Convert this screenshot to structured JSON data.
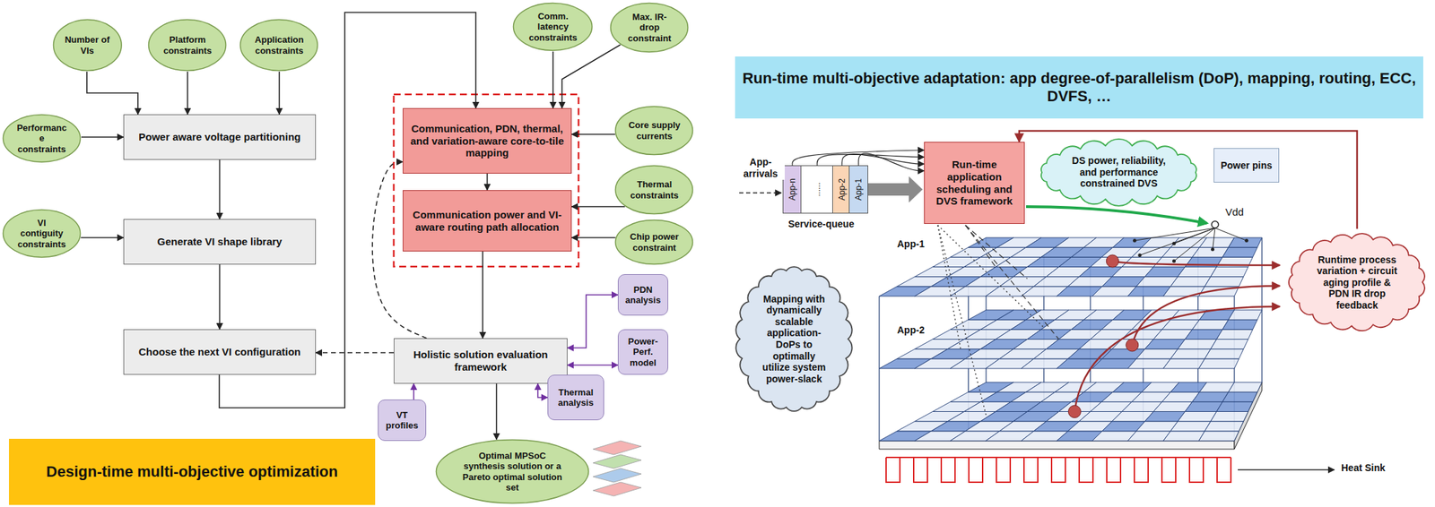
{
  "diagram": {
    "nodes": [
      {
        "text": [
          "Number of VIs"
        ]
      },
      {
        "text": [
          "Platform constraints"
        ]
      },
      {
        "text": [
          "Application constraints"
        ]
      },
      {
        "text": [
          "Performance constraints"
        ]
      },
      {
        "text": [
          "Power aware voltage partitioning"
        ]
      },
      {
        "text": [
          "VI contiguity constraints"
        ]
      },
      {
        "text": [
          "Generate VI shape library"
        ]
      },
      {
        "text": [
          "Choose the next VI configuration"
        ]
      },
      {
        "text": [
          "Communication, PDN, thermal, and variation-aware core-to-tile mapping"
        ]
      },
      {
        "text": [
          "Communication power and VI-aware routing path allocation"
        ]
      },
      {
        "text": [
          "Comm. latency constraints"
        ]
      },
      {
        "text": [
          "Max. IR-drop constraint"
        ]
      },
      {
        "text": [
          "Core supply currents"
        ]
      },
      {
        "text": [
          "Thermal constraints"
        ]
      },
      {
        "text": [
          "Chip power constraint"
        ]
      },
      {
        "text": [
          "Holistic solution evaluation framework"
        ]
      },
      {
        "text": [
          "PDN analysis"
        ]
      },
      {
        "text": [
          "Power-Perf. model"
        ]
      },
      {
        "text": [
          "Thermal analysis"
        ]
      },
      {
        "text": [
          "VT profiles"
        ]
      },
      {
        "text": [
          "Optimal MPSoC synthesis solution or a Pareto optimal solution set"
        ]
      },
      {
        "text": [
          "Design-time multi-objective optimization"
        ]
      },
      {
        "text": [
          "Run-time multi-objective adaptation: app degree-of-parallelism (DoP), mapping, routing, ECC, DVFS, …"
        ]
      },
      {
        "text": [
          "App-n"
        ]
      },
      {
        "text": [
          "......"
        ]
      },
      {
        "text": [
          "App-2"
        ]
      },
      {
        "text": [
          "App-1"
        ]
      },
      {
        "text": [
          "Run-time application scheduling and DVS framework"
        ]
      },
      {
        "text": [
          "DS power, reliability, and performance constrained DVS"
        ]
      },
      {
        "text": [
          "Power pins"
        ]
      },
      {
        "text": [
          "Mapping with dynamically scalable application-DoPs to optimally utilize system power-slack"
        ]
      },
      {
        "text": [
          "Runtime process variation + circuit aging profile & PDN IR drop feedback"
        ]
      }
    ],
    "edges": [
      {
        "from": 0,
        "to": 4,
        "arrow": "to"
      },
      {
        "from": 1,
        "to": 4,
        "arrow": "to"
      },
      {
        "from": 2,
        "to": 4,
        "arrow": "to"
      },
      {
        "from": 3,
        "to": 4,
        "arrow": "to"
      },
      {
        "from": 4,
        "to": 6,
        "arrow": "to"
      },
      {
        "from": 5,
        "to": 6,
        "arrow": "to"
      },
      {
        "from": 6,
        "to": 7,
        "arrow": "to"
      },
      {
        "from": 7,
        "to": 8,
        "arrow": "to"
      },
      {
        "from": 10,
        "to": 8,
        "arrow": "to"
      },
      {
        "from": 11,
        "to": 8,
        "arrow": "to"
      },
      {
        "from": 12,
        "to": 8,
        "arrow": "to"
      },
      {
        "from": 13,
        "to": 9,
        "arrow": "to"
      },
      {
        "from": 14,
        "to": 9,
        "arrow": "to"
      },
      {
        "from": 8,
        "to": 9,
        "arrow": "to"
      },
      {
        "from": 9,
        "to": 15,
        "arrow": "to"
      },
      {
        "from": 15,
        "to": 7,
        "arrow": "to"
      },
      {
        "from": 15,
        "to": 8,
        "arrow": "to"
      },
      {
        "from": 15,
        "to": 20,
        "arrow": "to"
      },
      {
        "from": 16,
        "to": 15,
        "arrow": "both"
      },
      {
        "from": 17,
        "to": 15,
        "arrow": "both"
      },
      {
        "from": 18,
        "to": 15,
        "arrow": "both"
      },
      {
        "from": 19,
        "to": 15,
        "arrow": "to"
      },
      {
        "from": 23,
        "to": 27,
        "arrow": "to"
      },
      {
        "from": 24,
        "to": 27,
        "arrow": "to"
      },
      {
        "from": 25,
        "to": 27,
        "arrow": "to"
      },
      {
        "from": 26,
        "to": 27,
        "arrow": "to"
      },
      {
        "from": 31,
        "to": 27,
        "arrow": "to"
      }
    ],
    "labels": [
      "App-arrivals",
      "Service-queue",
      "Vdd",
      "App-1",
      "App-2",
      "Heat Sink"
    ]
  }
}
